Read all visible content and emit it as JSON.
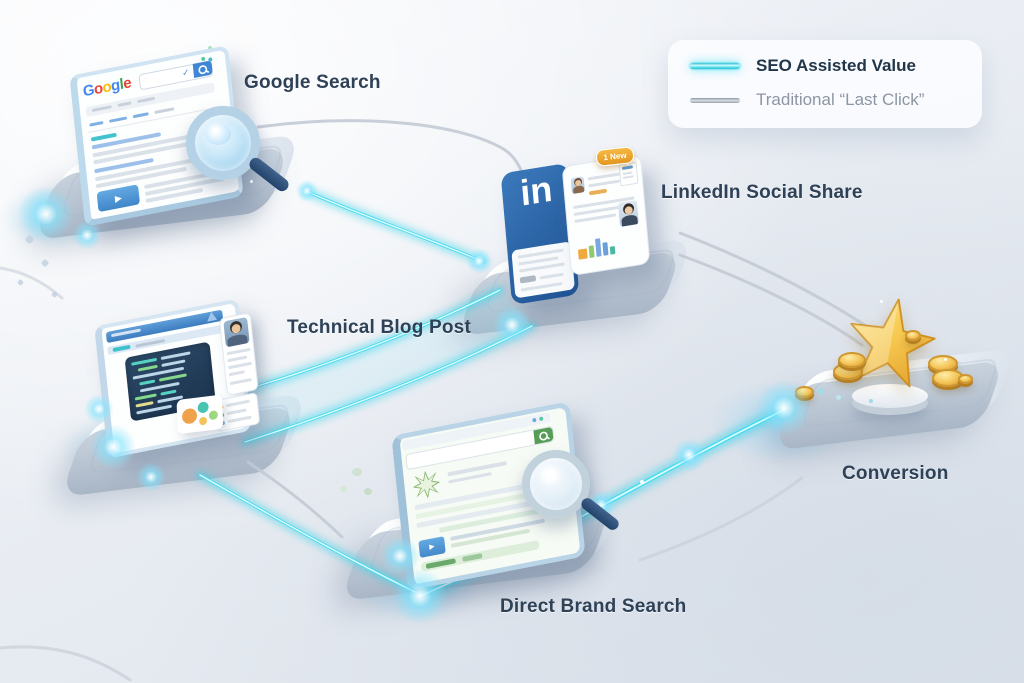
{
  "legend": {
    "seo": "SEO Assisted Value",
    "lastclick": "Traditional “Last Click”"
  },
  "colors": {
    "seo_line": "#3fd9ee",
    "lastclick_line": "#9aa3ae",
    "label": "#2e4156",
    "linkedin_blue": "#2e6cb0",
    "badge_orange": "#eda636",
    "gold_star": "#f2b63c",
    "background_top": "#f4f6fa",
    "background_bottom": "#dde3eb"
  },
  "nodes": {
    "google": {
      "label": "Google Search"
    },
    "linkedin": {
      "label": "LinkedIn Social Share",
      "logo": "in",
      "badge": "1 New"
    },
    "tech": {
      "label": "Technical Blog Post"
    },
    "direct": {
      "label": "Direct Brand Search"
    },
    "conversion": {
      "label": "Conversion"
    }
  },
  "google_logo": {
    "letters": [
      {
        "ch": "G",
        "color": "#4285F4"
      },
      {
        "ch": "o",
        "color": "#EA4335"
      },
      {
        "ch": "o",
        "color": "#FBBC05"
      },
      {
        "ch": "g",
        "color": "#4285F4"
      },
      {
        "ch": "l",
        "color": "#34A853"
      },
      {
        "ch": "e",
        "color": "#EA4335"
      }
    ]
  },
  "icons": {
    "play": "▶",
    "check": "✓"
  }
}
